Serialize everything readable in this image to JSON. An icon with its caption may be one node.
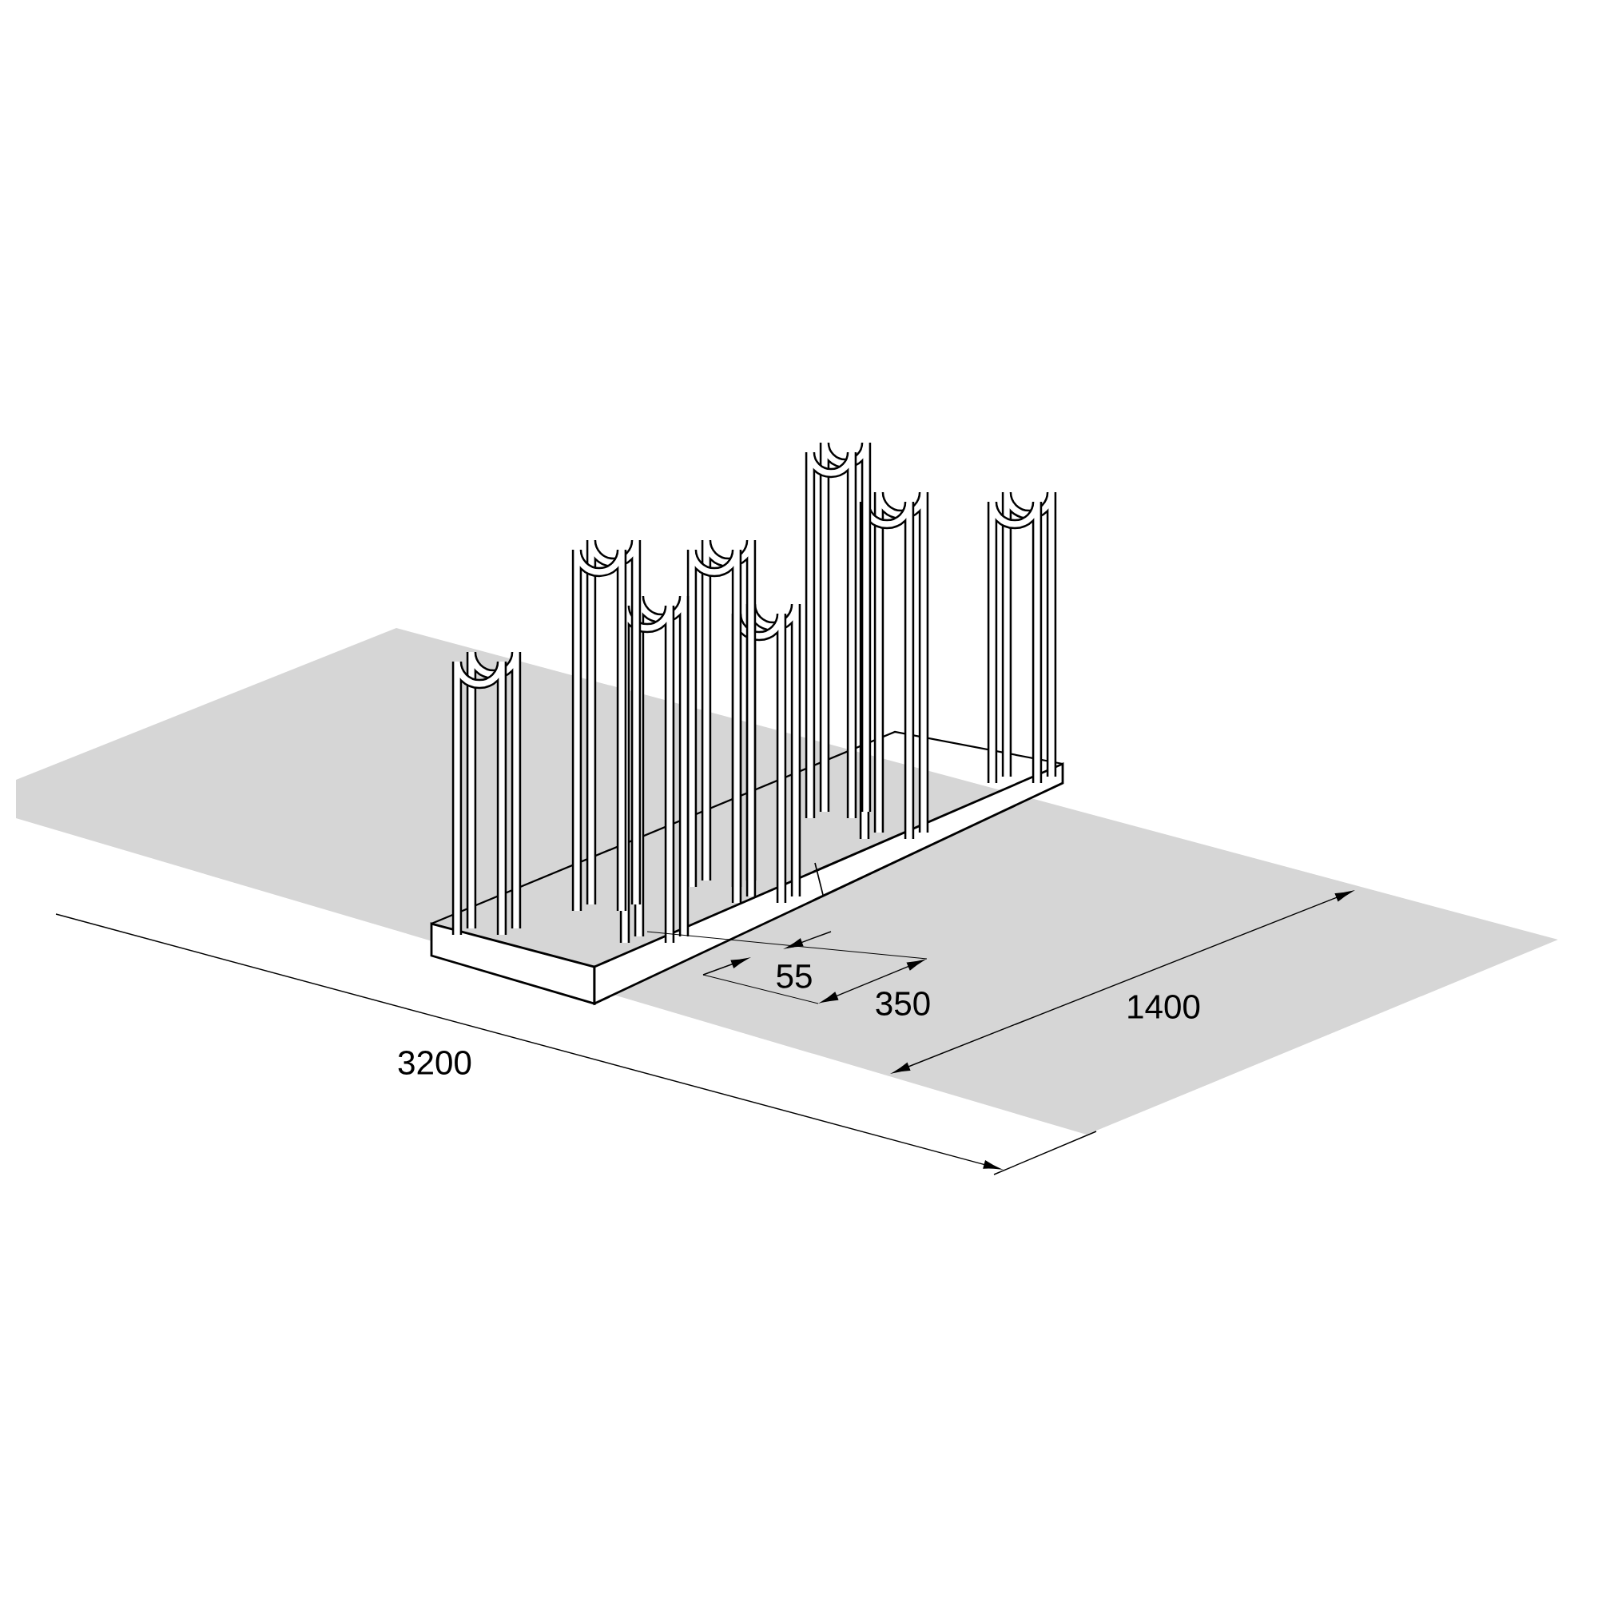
{
  "diagram": {
    "labels": [
      "55",
      "350",
      "1400",
      "3200"
    ]
  }
}
